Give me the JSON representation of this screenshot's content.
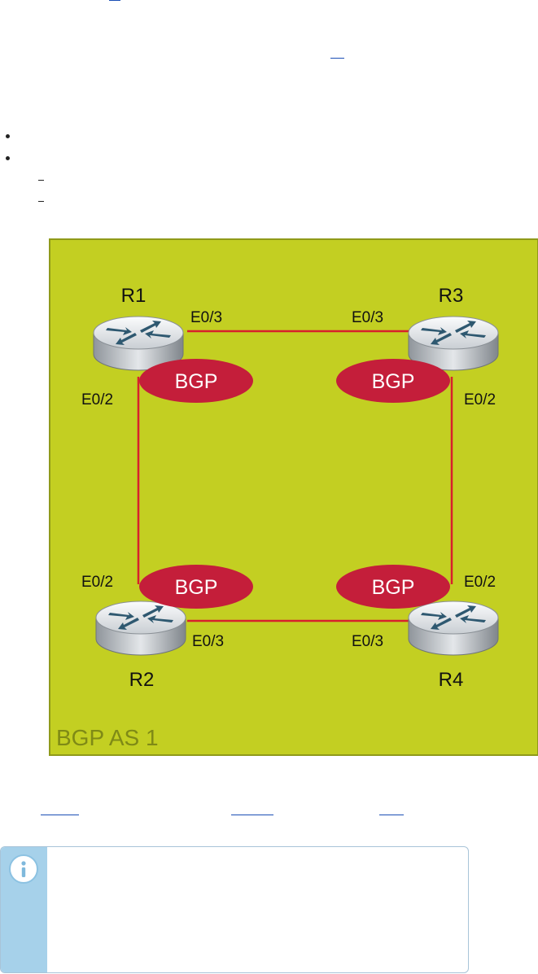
{
  "diagram": {
    "area_label": "BGP AS 1",
    "routers": [
      {
        "name": "R1"
      },
      {
        "name": "R2"
      },
      {
        "name": "R3"
      },
      {
        "name": "R4"
      }
    ],
    "protocol_label": "BGP",
    "interfaces": {
      "r1_top": "E0/3",
      "r1_side": "E0/2",
      "r3_top": "E0/3",
      "r3_side": "E0/2",
      "r2_side": "E0/2",
      "r2_bottom": "E0/3",
      "r4_side": "E0/2",
      "r4_bottom": "E0/3"
    },
    "colors": {
      "area_fill": "#c3cf22",
      "area_border": "#8f9a1a",
      "bgp_fill": "#c41e3a",
      "link": "#d8202c"
    }
  },
  "note": {
    "icon": "info-icon"
  }
}
